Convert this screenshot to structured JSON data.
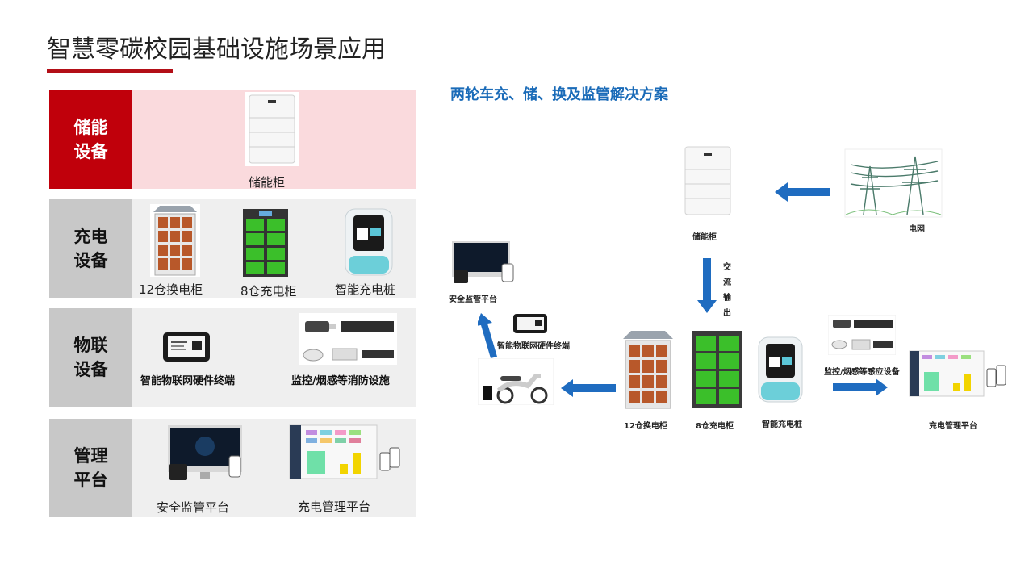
{
  "page": {
    "title": "智慧零碳校园基础设施场景应用",
    "subtitle": "两轮车充、储、换及监管解决方案"
  },
  "categories": [
    {
      "label_lines": [
        "储能",
        "设备"
      ],
      "items": [
        "储能柜"
      ]
    },
    {
      "label_lines": [
        "充电",
        "设备"
      ],
      "items": [
        "12仓换电柜",
        "8仓充电柜",
        "智能充电桩"
      ]
    },
    {
      "label_lines": [
        "物联",
        "设备"
      ],
      "items": [
        "智能物联网硬件终端",
        "监控/烟感等消防设施"
      ]
    },
    {
      "label_lines": [
        "管理",
        "平台"
      ],
      "items": [
        "安全监管平台",
        "充电管理平台"
      ]
    }
  ],
  "diagram": {
    "storage": "储能柜",
    "grid": "电网",
    "ac_output_chars": [
      "交",
      "流",
      "输",
      "出"
    ],
    "safety_platform": "安全监管平台",
    "iot_terminal": "智能物联网硬件终端",
    "swap_cabinet": "12仓换电柜",
    "charge_cabinet": "8仓充电柜",
    "charging_pile": "智能充电桩",
    "monitor_devices": "监控/烟感等感应设备",
    "charge_platform": "充电管理平台"
  },
  "colors": {
    "accent_red": "#c0000b",
    "arrow_blue": "#1f6cc0",
    "subtitle_blue": "#1a6bb8",
    "locker_green": "#3bbf2a",
    "locker_orange": "#b8582a"
  }
}
